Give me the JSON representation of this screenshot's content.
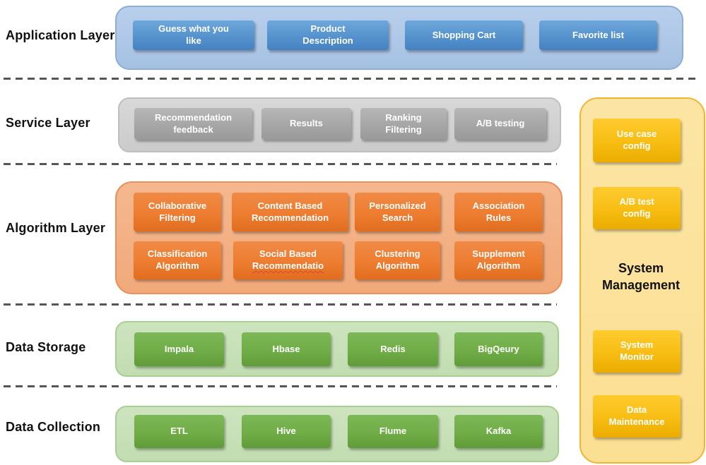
{
  "layers": [
    {
      "label": "Application Layer",
      "buttons": [
        "Guess what you like",
        "Product Description",
        "Shopping Cart",
        "Favorite list"
      ]
    },
    {
      "label": "Service Layer",
      "buttons": [
        "Recommendation feedback",
        "Results",
        "Ranking Filtering",
        "A/B testing"
      ]
    },
    {
      "label": "Algorithm Layer",
      "row1": [
        "Collaborative Filtering",
        "Content Based Recommendation",
        "Personalized Search",
        "Association Rules"
      ],
      "row2": [
        "Classification Algorithm",
        {
          "line1": "Social Based",
          "line2": "Recommendatio"
        },
        "Clustering Algorithm",
        "Supplement Algorithm"
      ]
    },
    {
      "label": "Data Storage",
      "buttons": [
        "Impala",
        "Hbase",
        "Redis",
        "BigQeury"
      ]
    },
    {
      "label": "Data Collection",
      "buttons": [
        "ETL",
        "Hive",
        "Flume",
        "Kafka"
      ]
    }
  ],
  "side_panel": {
    "title": "System Management",
    "buttons": [
      "Use case config",
      "A/B test config",
      "System Monitor",
      "Data Maintenance"
    ]
  },
  "colors": {
    "application_node": "#4E8FCB",
    "application_container": "#ADC6E5",
    "service_node": "#A6A6A6",
    "service_container": "#D2D2D2",
    "algorithm_node": "#ED7D31",
    "algorithm_container": "#F3B084",
    "data_node": "#70AD47",
    "data_container": "#C8E0B8",
    "management_node": "#FFC000",
    "management_container": "#FBE299",
    "separator": "#555555",
    "node_text": "#FFFFFF",
    "label_text": "#111111",
    "misspell_underline": "#E0442C"
  }
}
